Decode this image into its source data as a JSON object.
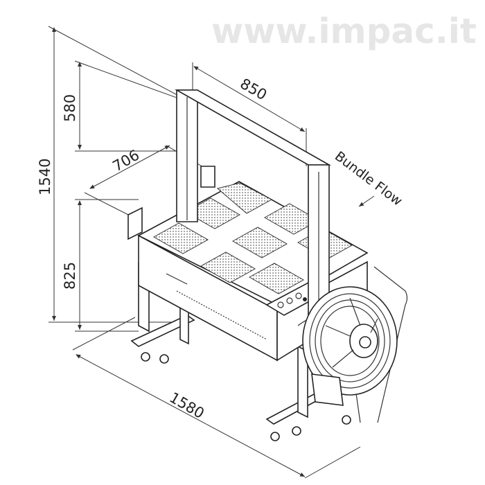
{
  "dimensions": {
    "total_height": "1540",
    "arch_height": "580",
    "table_height": "825",
    "arch_width": "850",
    "table_depth": "706",
    "total_length": "1580"
  },
  "labels": {
    "flow_direction": "Bundle Flow"
  },
  "watermark": "www.impac.it"
}
